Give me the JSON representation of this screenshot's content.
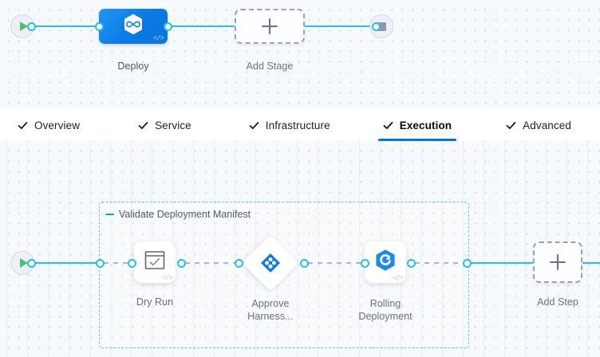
{
  "pipeline_canvas": {
    "start_node": {
      "icon": "play-icon",
      "label": ""
    },
    "end_node": {
      "icon": "stop-square-icon",
      "label": ""
    },
    "stages": [
      {
        "name": "Deploy",
        "icon": "harness-infinity-hexagon-icon",
        "code_glyph": "</>",
        "type": "deployment"
      }
    ],
    "add_stage": {
      "label": "Add Stage",
      "icon": "plus-icon"
    }
  },
  "tabs": {
    "items": [
      {
        "label": "Overview",
        "icon": "check-icon",
        "active": false
      },
      {
        "label": "Service",
        "icon": "check-icon",
        "active": false
      },
      {
        "label": "Infrastructure",
        "icon": "check-icon",
        "active": false
      },
      {
        "label": "Execution",
        "icon": "check-icon",
        "active": true
      },
      {
        "label": "Advanced",
        "icon": "check-icon",
        "active": false
      }
    ],
    "active_tab": "Execution",
    "active_underline_color": "#0278d5"
  },
  "execution_canvas": {
    "start_node": {
      "icon": "play-icon"
    },
    "group": {
      "title": "Validate Deployment Manifest",
      "collapse_icon": "minus-icon",
      "border_color": "#5fc8f0"
    },
    "steps": [
      {
        "label": "Dry Run",
        "icon": "terminal-check-icon",
        "shape": "rounded-square",
        "code_glyph": "</>"
      },
      {
        "label": "Approve Harness...",
        "label_line1": "Approve",
        "label_line2": "Harness...",
        "icon": "harness-diamond-icon",
        "shape": "diamond"
      },
      {
        "label": "Rolling Deployment",
        "label_line1": "Rolling",
        "label_line2": "Deployment",
        "icon": "rolling-deployment-hexagon-icon",
        "shape": "rounded-square",
        "code_glyph": "</>"
      }
    ],
    "add_step": {
      "label": "Add Step",
      "icon": "plus-icon"
    }
  },
  "theme": {
    "connector_active": "#27bdf4",
    "connector_inactive": "#a0a8b8",
    "canvas_bg": "#f7fafc",
    "stage_blue": "#0a7ae4",
    "start_green": "#4dc16e"
  }
}
